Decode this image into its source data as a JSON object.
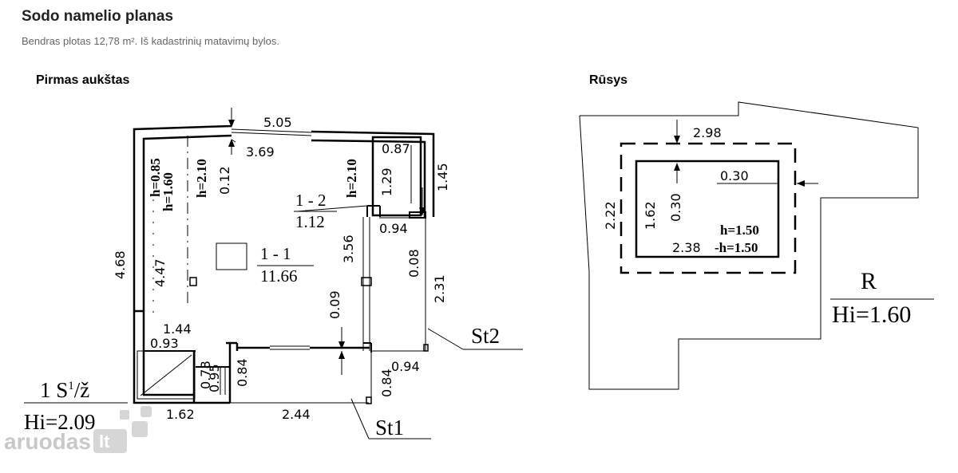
{
  "header": {
    "title": "Sodo namelio planas",
    "subtitle": "Bendras plotas 12,78 m². Iš kadastrinių matavimų bylos."
  },
  "plan_first": {
    "heading": "Pirmas aukštas",
    "dims": {
      "d505": "5.05",
      "d369": "3.69",
      "d012": "0.12",
      "d087": "0.87",
      "d129": "1.29",
      "d145": "1.45",
      "d094a": "0.94",
      "d008": "0.08",
      "d231": "2.31",
      "d356": "3.56",
      "d009": "0.09",
      "d468": "4.68",
      "d447": "4.47",
      "d144": "1.44",
      "d093": "0.93",
      "d078": "0.78",
      "d095": "0.95",
      "d084a": "0.84",
      "d084b": "0.84",
      "d094b": "0.94",
      "d162": "1.62",
      "d244": "2.44"
    },
    "heights": {
      "h085": "h=0.85",
      "h160": "h=1.60",
      "h210a": "h=2.10",
      "h210b": "h=2.10"
    },
    "rooms": {
      "r12_num": "1 - 2",
      "r12_area": "1.12",
      "r11_num": "1 - 1",
      "r11_area": "11.66"
    },
    "labels": {
      "st2": "St2",
      "st1": "St1"
    },
    "building_code": {
      "top": "1 S",
      "sup": "1",
      "after": "/ž",
      "bottom": "Hi=2.09"
    }
  },
  "plan_basement": {
    "heading": "Rūsys",
    "dims": {
      "d298": "2.98",
      "d222": "2.22",
      "d030a": "0.30",
      "d162": "1.62",
      "d030b": "0.30",
      "d238": "2.38"
    },
    "heights": {
      "h150a": "h=1.50",
      "h150b": "-h=1.50"
    },
    "code": {
      "top": "R",
      "bottom": "Hi=1.60"
    }
  },
  "watermark": {
    "text": "aruodas",
    "suffix": "lt"
  }
}
